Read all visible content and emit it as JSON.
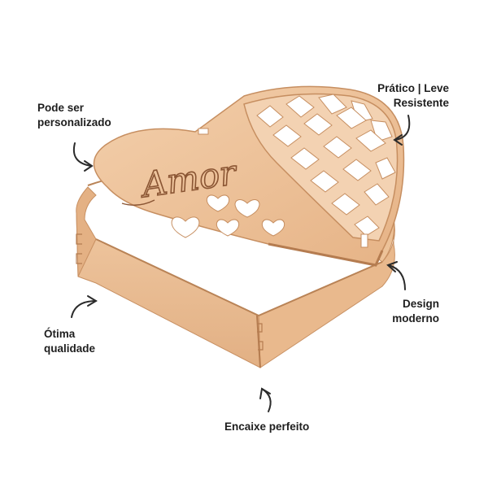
{
  "product": {
    "engraving": "Amor",
    "colors": {
      "wood_light": "#f1c9a2",
      "wood_mid": "#e8b88c",
      "wood_dark": "#c98f62",
      "wood_shadow": "#a86f47",
      "cutout": "#ffffff"
    }
  },
  "callouts": {
    "customizable": [
      "Pode ser",
      "personalizado"
    ],
    "practical": [
      "Prático | Leve",
      "Resistente"
    ],
    "design": [
      "Design",
      "moderno"
    ],
    "quality": [
      "Ótima",
      "qualidade"
    ],
    "fit": "Encaixe perfeito"
  },
  "icons": {
    "arrows": [
      "curved-arrow-icon"
    ]
  }
}
